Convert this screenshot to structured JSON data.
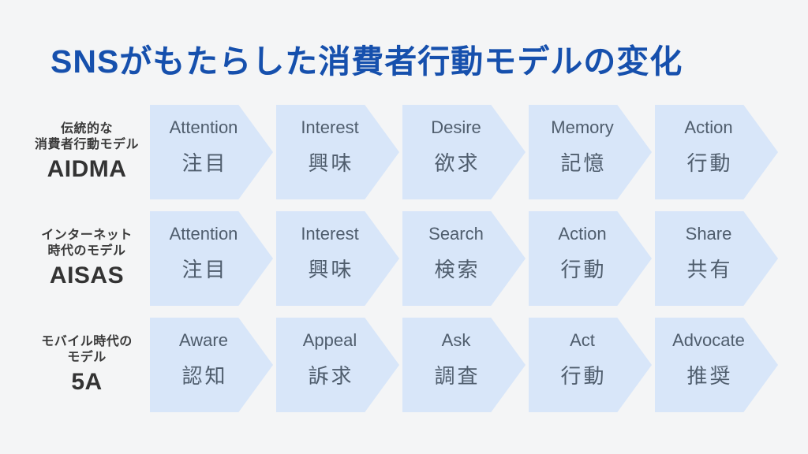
{
  "title": "SNSがもたらした消費者行動モデルの変化",
  "colors": {
    "background": "#f4f5f6",
    "title_blue": "#1650ad",
    "chevron_fill": "#d8e6f9",
    "chevron_text": "#4f5d6d",
    "label_text": "#3a3a3a"
  },
  "rows": [
    {
      "label_lines": [
        "伝統的な",
        "消費者行動モデル"
      ],
      "model": "AIDMA",
      "steps": [
        {
          "en": "Attention",
          "ja": "注目"
        },
        {
          "en": "Interest",
          "ja": "興味"
        },
        {
          "en": "Desire",
          "ja": "欲求"
        },
        {
          "en": "Memory",
          "ja": "記憶"
        },
        {
          "en": "Action",
          "ja": "行動"
        }
      ]
    },
    {
      "label_lines": [
        "インターネット",
        "時代のモデル"
      ],
      "model": "AISAS",
      "steps": [
        {
          "en": "Attention",
          "ja": "注目"
        },
        {
          "en": "Interest",
          "ja": "興味"
        },
        {
          "en": "Search",
          "ja": "検索"
        },
        {
          "en": "Action",
          "ja": "行動"
        },
        {
          "en": "Share",
          "ja": "共有"
        }
      ]
    },
    {
      "label_lines": [
        "モバイル時代の",
        "モデル"
      ],
      "model": "5A",
      "steps": [
        {
          "en": "Aware",
          "ja": "認知"
        },
        {
          "en": "Appeal",
          "ja": "訴求"
        },
        {
          "en": "Ask",
          "ja": "調査"
        },
        {
          "en": "Act",
          "ja": "行動"
        },
        {
          "en": "Advocate",
          "ja": "推奨"
        }
      ]
    }
  ]
}
